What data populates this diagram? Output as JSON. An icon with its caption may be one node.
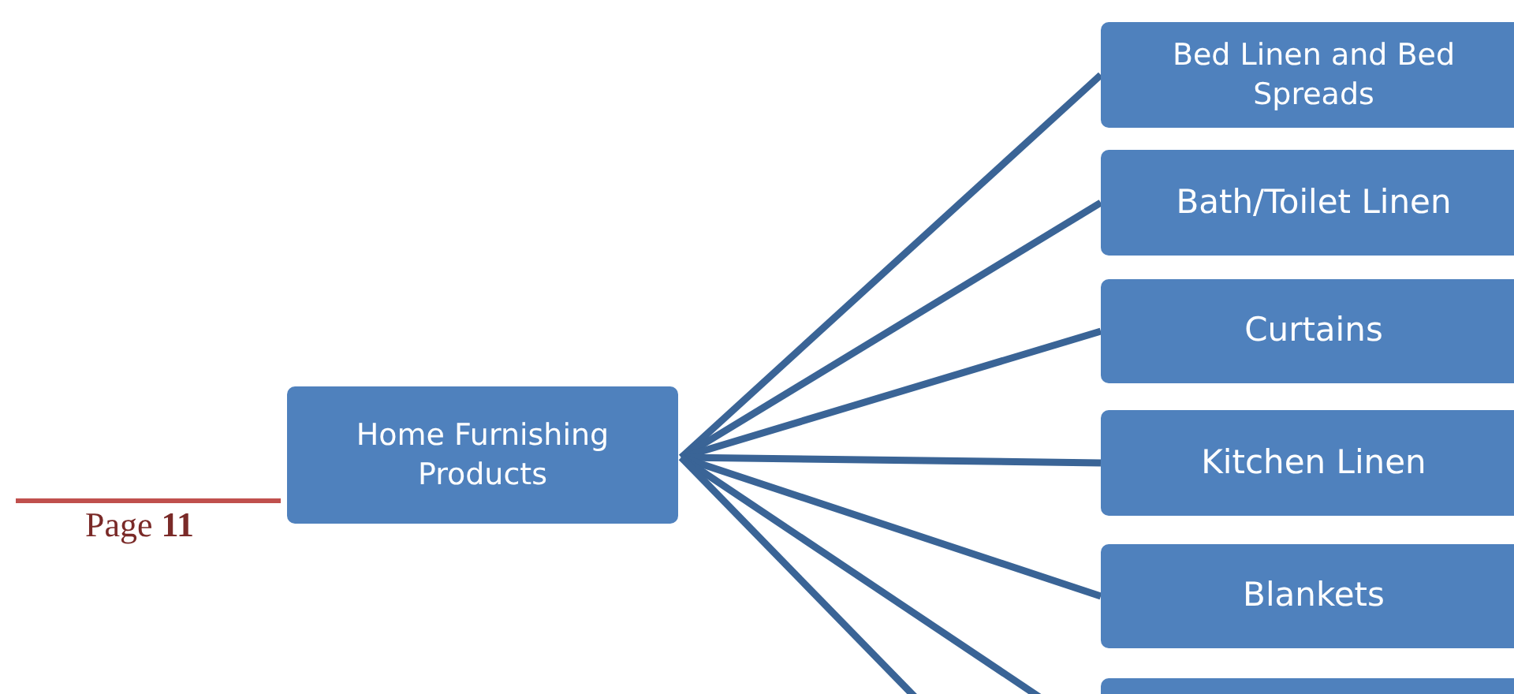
{
  "diagram": {
    "nodes": [
      {
        "text": [
          "Home Furnishing Products"
        ]
      },
      {
        "text": [
          "Bed Linen and Bed Spreads"
        ]
      },
      {
        "text": [
          "Bath/Toilet Linen"
        ]
      },
      {
        "text": [
          "Curtains"
        ]
      },
      {
        "text": [
          "Kitchen Linen"
        ]
      },
      {
        "text": [
          "Blankets"
        ]
      },
      {
        "text": [],
        "shape": "box"
      }
    ],
    "edges": [
      {
        "from": 0,
        "to": 1,
        "arrow": "none"
      },
      {
        "from": 0,
        "to": 2,
        "arrow": "none"
      },
      {
        "from": 0,
        "to": 3,
        "arrow": "none"
      },
      {
        "from": 0,
        "to": 4,
        "arrow": "none"
      },
      {
        "from": 0,
        "to": 5,
        "arrow": "none"
      },
      {
        "from": 0,
        "to": 6,
        "arrow": "none"
      },
      {
        "from": 0,
        "to": null,
        "arrow": "none"
      }
    ],
    "labels": [
      "Page **11**"
    ]
  }
}
